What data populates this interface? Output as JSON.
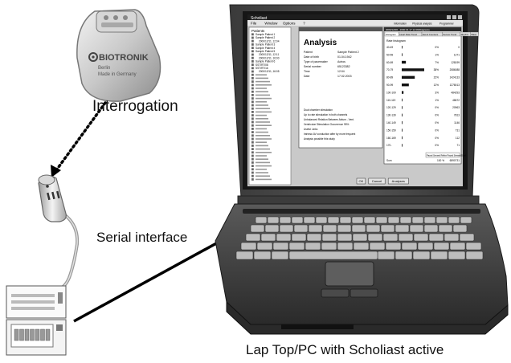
{
  "labels": {
    "interrogation": "Interrogation",
    "serial": "Serial interface",
    "caption": "Lap Top/PC with Scholiast active"
  },
  "pacemaker": {
    "brand": "BIOTRONIK",
    "line1": "Berlin",
    "line2": "Made in Germany"
  },
  "screen": {
    "app_title": "Scholiast",
    "menu": [
      "File",
      "Window",
      "Options",
      "?"
    ],
    "right_menu": [
      "Information",
      "Physical analysis",
      "Programmer"
    ],
    "tree_header": "Patients",
    "tree_items": [
      "Sample Patient 1",
      "Sample Patient 2",
      "2000/12/11, 12:04",
      "Sample Patient 3",
      "Sample Patient 4",
      "Sample Patient 5",
      "2000/12/11, 12:11",
      "2000/12/11, 16:00",
      "Sample Patient 6",
      "SST/RT/08",
      "SST/RT/16",
      "2000/12/11, 16:05"
    ],
    "analysis": {
      "title": "Analysis",
      "fields": [
        [
          "Patient",
          "Sample Patient 2"
        ],
        [
          "Date of birth",
          "01.04.1942"
        ],
        [
          "Type of pacemaker",
          "Actros"
        ],
        [
          "Serial number",
          "65123382"
        ],
        [
          "Time",
          "12:04"
        ],
        [
          "Date",
          "17.02.2003"
        ]
      ],
      "notes": [
        "Dual chamber stimulation",
        "Up to rate stimulation in both channels",
        "Unbalanced Relation Between Atrium - Vent.",
        "Ventricular Stimulation Occurrence 95%",
        "Useful Links",
        "Intrinsic AV conduction after by more frequent",
        "Analysis possible this study"
      ]
    },
    "rate_window": {
      "title": "2000/12/06 - 2000 01 17 12:03/Diagrams",
      "tabs": [
        "Histogram",
        "Heart Rate Trend",
        "Event Counters",
        "Sensor Trend",
        "Rhythm",
        "Wave"
      ],
      "sub": "Rate histogram",
      "rows": [
        {
          "label": "40-49",
          "pct": "0%",
          "count": "0",
          "value": 0
        },
        {
          "label": "50-59",
          "pct": "1%",
          "count": "1271",
          "value": 1
        },
        {
          "label": "60-69",
          "pct": "7%",
          "count": "128199",
          "value": 7
        },
        {
          "label": "70-79",
          "pct": "38%",
          "count": "2086088",
          "value": 38
        },
        {
          "label": "80-89",
          "pct": "22%",
          "count": "1424133",
          "value": 22
        },
        {
          "label": "90-99",
          "pct": "12%",
          "count": "1278013",
          "value": 12
        },
        {
          "label": "100-109",
          "pct": "3%",
          "count": "484293",
          "value": 3
        },
        {
          "label": "110-119",
          "pct": "1%",
          "count": "48672",
          "value": 1
        },
        {
          "label": "120-129",
          "pct": "0%",
          "count": "20963",
          "value": 0
        },
        {
          "label": "130-139",
          "pct": "0%",
          "count": "7813",
          "value": 0
        },
        {
          "label": "140-149",
          "pct": "0%",
          "count": "1146",
          "value": 0
        },
        {
          "label": "150-159",
          "pct": "0%",
          "count": "731",
          "value": 0
        },
        {
          "label": "160-169",
          "pct": "0%",
          "count": "112",
          "value": 0
        },
        {
          "label": "170-",
          "pct": "0%",
          "count": "71",
          "value": 0
        }
      ],
      "sum_label": "Sum",
      "sum_pct": "100 %",
      "sum_count": "6590731",
      "legend": "Paced Sensed Reflex Paced Sensed Dual"
    },
    "buttons": [
      "OK",
      "Cancel",
      "Analyses"
    ]
  }
}
